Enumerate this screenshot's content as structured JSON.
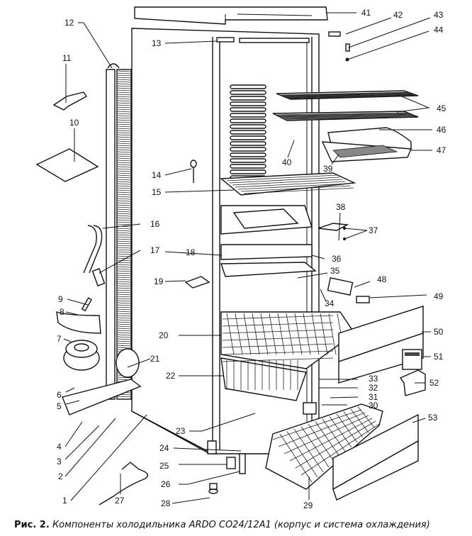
{
  "figure": {
    "caption_prefix": "Рис. 2.",
    "caption_text": "Компоненты холодильника ARDO CO24/12A1 (корпус и система охлаждения)"
  },
  "callouts": {
    "c1": "1",
    "c2": "2",
    "c3": "3",
    "c4": "4",
    "c5": "5",
    "c6": "6",
    "c7": "7",
    "c8": "8",
    "c9": "9",
    "c10": "10",
    "c11": "11",
    "c12": "12",
    "c13": "13",
    "c14": "14",
    "c15": "15",
    "c16": "16",
    "c17": "17",
    "c18": "18",
    "c19": "19",
    "c20": "20",
    "c21": "21",
    "c22": "22",
    "c23": "23",
    "c24": "24",
    "c25": "25",
    "c26": "26",
    "c27": "27",
    "c28": "28",
    "c29": "29",
    "c30": "30",
    "c31": "31",
    "c32": "32",
    "c33": "33",
    "c34": "34",
    "c35": "35",
    "c36": "36",
    "c37": "37",
    "c38": "38",
    "c39": "39",
    "c40": "40",
    "c41": "41",
    "c42": "42",
    "c43": "43",
    "c44": "44",
    "c45": "45",
    "c46": "46",
    "c47": "47",
    "c48": "48",
    "c49": "49",
    "c50": "50",
    "c51": "51",
    "c52": "52",
    "c53": "53"
  }
}
